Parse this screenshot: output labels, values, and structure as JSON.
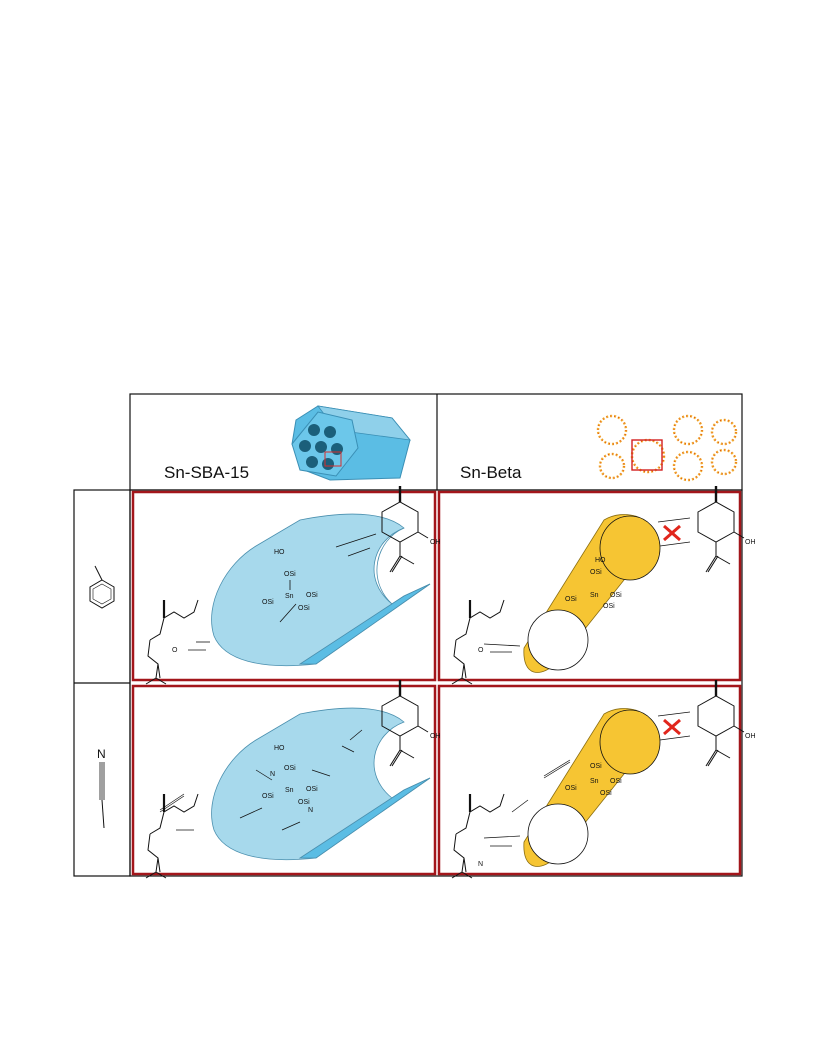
{
  "header": {
    "col1_label": "Sn-SBA-15",
    "col2_label": "Sn-Beta"
  },
  "rows": {
    "row2_solvent_atom": "N"
  },
  "chem": {
    "ho": "HO",
    "oh": "OH",
    "osi": "OSi",
    "sn": "Sn",
    "sn_bond": "Sn",
    "o": "O",
    "n": "N"
  },
  "colors": {
    "cell_border": "#a3161b",
    "sba_fill": "#a7d9ec",
    "sba_hex": "#5bbde4",
    "sba_pore": "#1b5f7a",
    "beta_fill": "#f6c533",
    "beta_dot_a": "#e04a1a",
    "beta_dot_b": "#f2b233",
    "block_x": "#e1261c"
  }
}
